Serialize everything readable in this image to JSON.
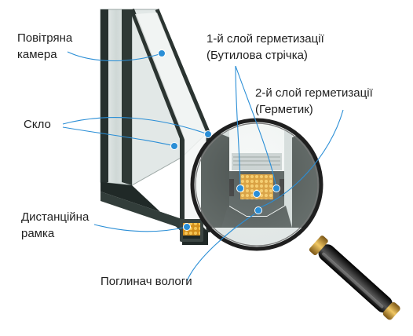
{
  "labels": {
    "air_chamber": [
      "Повітряна",
      "камера"
    ],
    "glass": "Скло",
    "spacer_frame": [
      "Дистанційна",
      "рамка"
    ],
    "moisture_absorber": "Поглинач вологи",
    "seal_layer_1": [
      "1-й слой герметизації",
      "(Бутилова стрічка)"
    ],
    "seal_layer_2": [
      "2-й слой герметизації",
      "(Герметик)"
    ]
  },
  "colors": {
    "callout": "#2a8ed6",
    "frame": "#2b3431",
    "glass": "#d8dfde",
    "desiccant": "#d79a2a",
    "handle": "#1c1c1c",
    "brass": "#b8862b"
  }
}
